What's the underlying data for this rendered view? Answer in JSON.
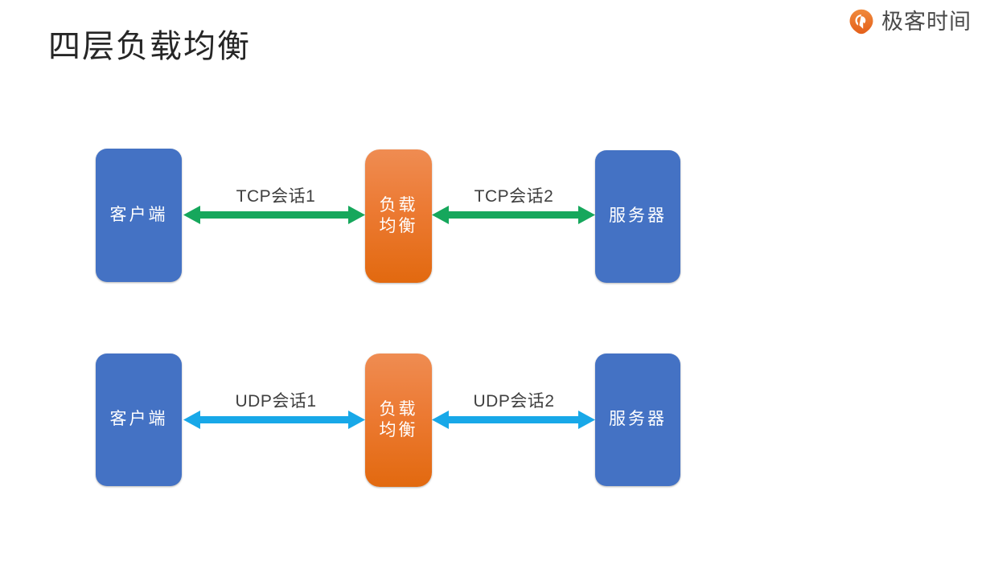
{
  "brand": {
    "logo_icon": "geektime-circle-arrow-icon",
    "name": "极客时间",
    "color": "#ea6c21"
  },
  "slide": {
    "title": "四层负载均衡",
    "background": "#ffffff"
  },
  "palette": {
    "node_blue": "#4472c4",
    "node_orange": "#ec7a33",
    "tcp_arrow": "#16a75c",
    "udp_arrow": "#18a8e8",
    "label_text": "#3f3f3f",
    "title_text": "#262626"
  },
  "diagram": {
    "type": "flow",
    "rows": [
      {
        "id": "tcp-row",
        "arrow_color": "#16a75c",
        "nodes": [
          {
            "id": "client",
            "label": "客户端",
            "style": "blue"
          },
          {
            "id": "load-balancer",
            "label": "负载\n均衡",
            "style": "orange"
          },
          {
            "id": "server",
            "label": "服务器",
            "style": "blue"
          }
        ],
        "edges": [
          {
            "id": "tcp-session-1",
            "label": "TCP会话1",
            "from": "client",
            "to": "load-balancer",
            "direction": "bidirectional"
          },
          {
            "id": "tcp-session-2",
            "label": "TCP会话2",
            "from": "load-balancer",
            "to": "server",
            "direction": "bidirectional"
          }
        ]
      },
      {
        "id": "udp-row",
        "arrow_color": "#18a8e8",
        "nodes": [
          {
            "id": "client",
            "label": "客户端",
            "style": "blue"
          },
          {
            "id": "load-balancer",
            "label": "负载\n均衡",
            "style": "orange"
          },
          {
            "id": "server",
            "label": "服务器",
            "style": "blue"
          }
        ],
        "edges": [
          {
            "id": "udp-session-1",
            "label": "UDP会话1",
            "from": "client",
            "to": "load-balancer",
            "direction": "bidirectional"
          },
          {
            "id": "udp-session-2",
            "label": "UDP会话2",
            "from": "load-balancer",
            "to": "server",
            "direction": "bidirectional"
          }
        ]
      }
    ],
    "labels": {
      "row1_client": "客户端",
      "row1_lb_line1": "负载",
      "row1_lb_line2": "均衡",
      "row1_server": "服务器",
      "row1_edge1": "TCP会话1",
      "row1_edge2": "TCP会话2",
      "row2_client": "客户端",
      "row2_lb_line1": "负载",
      "row2_lb_line2": "均衡",
      "row2_server": "服务器",
      "row2_edge1": "UDP会话1",
      "row2_edge2": "UDP会话2"
    }
  }
}
